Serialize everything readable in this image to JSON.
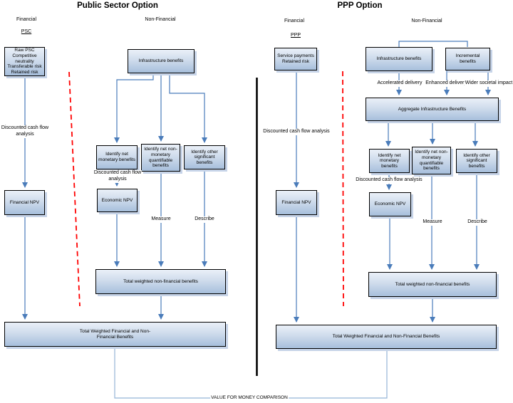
{
  "titles": {
    "left": "Public Sector Option",
    "right": "PPP Option"
  },
  "left": {
    "financial_label": "Financial",
    "nonfinancial_label": "Non-Financial",
    "model_label": "PSC",
    "psc_box": "Raw PSC\nCompetitive\nneutrality\nTransferable risk\nRetained risk",
    "dcf_financial": "Discounted cash flow\nanalysis",
    "financial_npv": "Financial NPV",
    "infrastructure": "Infrastructure benefits",
    "identify_monetary": "Identify net\nmonetary benefits",
    "identify_nonmonetary": "Identify net non-\nmonetary\nquantifiable\nbenefits",
    "identify_other": "Identify other\nsignificant benefits",
    "dcf_nonfinancial": "Discounted cash flow\nanalysis",
    "economic_npv": "Economic NPV",
    "measure_label": "Measure",
    "describe_label": "Describe",
    "total_weighted_nonfinancial": "Total weighted non-financial benefits",
    "total_weighted": "Total Weighted Financial and Non-\nFinancial Benefits"
  },
  "right": {
    "financial_label": "Financial",
    "nonfinancial_label": "Non-Financial",
    "model_label": "PPP",
    "service_box": "Service payments\nRetained risk",
    "dcf_financial": "Discounted cash flow analysis",
    "financial_npv": "Financial NPV",
    "infrastructure": "Infrastructure benefits",
    "incremental": "Incremental benefits",
    "accelerated_label": "Accelerated delivery",
    "enhanced_label": "Enhanced delivery",
    "wider_label": "Wider societal impact",
    "aggregate": "Aggregate Infrastructure Benefits",
    "identify_monetary": "Identify net\nmonetary benefits",
    "identify_nonmonetary": "Identify net non-\nmonetary\nquantifiable\nbenefits",
    "identify_other": "Identify other\nsignificant benefits",
    "dcf_nonfinancial": "Discounted cash flow analysis",
    "economic_npv": "Economic NPV",
    "measure_label": "Measure",
    "describe_label": "Describe",
    "total_weighted_nonfinancial": "Total weighted non-financial benefits",
    "total_weighted": "Total Weighted Financial and Non-Financial Benefits"
  },
  "footer": {
    "vfm_label": "VALUE FOR MONEY COMPARISON"
  },
  "colors": {
    "connector": "#4a7cba",
    "footer_connector": "#95b3d7",
    "divider": "#000000",
    "dashed_separator": "#ff0000",
    "box_border": "#000000",
    "box_fill_top": "#eaf0f8",
    "box_fill_bottom": "#a7bfdc"
  }
}
